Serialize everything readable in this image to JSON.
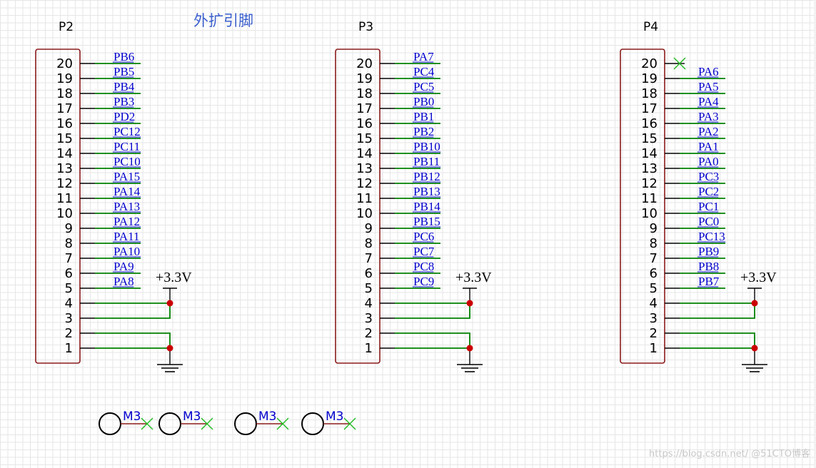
{
  "title": "外扩引脚",
  "colors": {
    "body": "#8b1a1a",
    "wire": "#008000",
    "net_label": "#0000cc",
    "pin_text": "#000000",
    "junction": "#cc0000",
    "no_connect": "#22bb22"
  },
  "power_label": "+3.3V",
  "connectors": [
    {
      "designator": "P2",
      "pin_numbers": [
        "20",
        "19",
        "18",
        "17",
        "16",
        "15",
        "14",
        "13",
        "12",
        "11",
        "10",
        "9",
        "8",
        "7",
        "6",
        "5",
        "4",
        "3",
        "2",
        "1"
      ],
      "net_labels": [
        "PB6",
        "PB5",
        "PB4",
        "PB3",
        "PD2",
        "PC12",
        "PC11",
        "PC10",
        "PA15",
        "PA14",
        "PA13",
        "PA12",
        "PA11",
        "PA10",
        "PA9",
        "PA8"
      ],
      "pin20_no_connect": false
    },
    {
      "designator": "P3",
      "pin_numbers": [
        "20",
        "19",
        "18",
        "17",
        "16",
        "15",
        "14",
        "13",
        "12",
        "11",
        "10",
        "9",
        "8",
        "7",
        "6",
        "5",
        "4",
        "3",
        "2",
        "1"
      ],
      "net_labels": [
        "PA7",
        "PC4",
        "PC5",
        "PB0",
        "PB1",
        "PB2",
        "PB10",
        "PB11",
        "PB12",
        "PB13",
        "PB14",
        "PB15",
        "PC6",
        "PC7",
        "PC8",
        "PC9"
      ],
      "pin20_no_connect": false
    },
    {
      "designator": "P4",
      "pin_numbers": [
        "20",
        "19",
        "18",
        "17",
        "16",
        "15",
        "14",
        "13",
        "12",
        "11",
        "10",
        "9",
        "8",
        "7",
        "6",
        "5",
        "4",
        "3",
        "2",
        "1"
      ],
      "net_labels": [
        "",
        "PA6",
        "PA5",
        "PA4",
        "PA3",
        "PA2",
        "PA1",
        "PA0",
        "PC3",
        "PC2",
        "PC1",
        "PC0",
        "PC13",
        "PB9",
        "PB8",
        "PB7"
      ],
      "pin20_no_connect": true
    }
  ],
  "mounting_holes": [
    {
      "label": "M3"
    },
    {
      "label": "M3"
    },
    {
      "label": "M3"
    },
    {
      "label": "M3"
    }
  ],
  "watermark": "https://blog.csdn.net/ @51CTO博客"
}
